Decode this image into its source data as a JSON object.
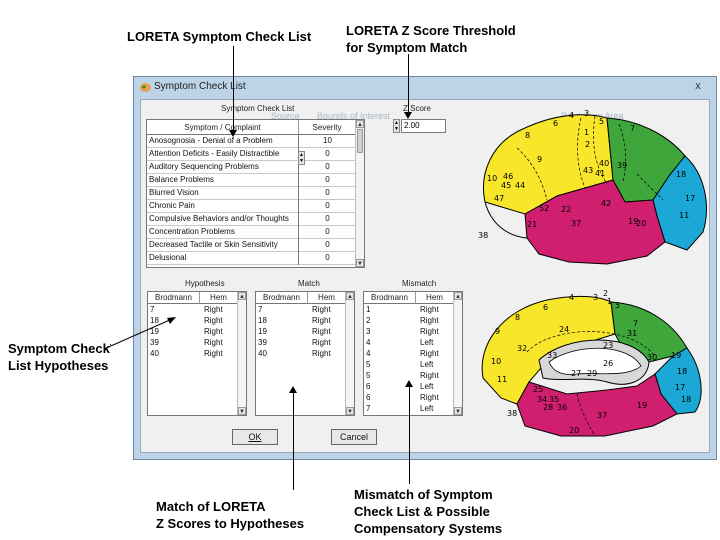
{
  "annotations": {
    "checklist": "LORETA Symptom Check List",
    "zscore": "LORETA Z Score Threshold\nfor Symptom Match",
    "hypotheses": "Symptom Check\nList Hypotheses",
    "match": "Match of LORETA\nZ Scores to Hypotheses",
    "mismatch": "Mismatch of Symptom\nCheck List & Possible\nCompensatory Systems"
  },
  "window": {
    "title": "Symptom Check List",
    "close": "x",
    "faint": [
      "Source",
      "Bounds of Interest",
      "Brodmann Area"
    ]
  },
  "checklist": {
    "label": "Symptom Check List",
    "col_symptom": "Symptom / Complaint",
    "col_severity": "Severity",
    "rows": [
      {
        "symptom": "Anosognosia - Denial of a Problem",
        "severity": "10"
      },
      {
        "symptom": "Attention Deficits - Easily Distractible",
        "severity": "0"
      },
      {
        "symptom": "Auditory Sequencing Problems",
        "severity": "0"
      },
      {
        "symptom": "Balance Problems",
        "severity": "0"
      },
      {
        "symptom": "Blurred Vision",
        "severity": "0"
      },
      {
        "symptom": "Chronic Pain",
        "severity": "0"
      },
      {
        "symptom": "Compulsive Behaviors and/or Thoughts",
        "severity": "0"
      },
      {
        "symptom": "Concentration Problems",
        "severity": "0"
      },
      {
        "symptom": "Decreased Tactile or Skin Sensitivity",
        "severity": "0"
      },
      {
        "symptom": "Delusional",
        "severity": "0"
      }
    ]
  },
  "zscore": {
    "label": "Z Score",
    "value": "2.00"
  },
  "hypothesis": {
    "label": "Hypothesis",
    "col1": "Brodmann",
    "col2": "Hem",
    "rows": [
      {
        "b": "7",
        "h": "Right"
      },
      {
        "b": "18",
        "h": "Right"
      },
      {
        "b": "19",
        "h": "Right"
      },
      {
        "b": "39",
        "h": "Right"
      },
      {
        "b": "40",
        "h": "Right"
      }
    ]
  },
  "match": {
    "label": "Match",
    "col1": "Brodmann",
    "col2": "Hem",
    "rows": [
      {
        "b": "7",
        "h": "Right"
      },
      {
        "b": "18",
        "h": "Right"
      },
      {
        "b": "19",
        "h": "Right"
      },
      {
        "b": "39",
        "h": "Right"
      },
      {
        "b": "40",
        "h": "Right"
      }
    ]
  },
  "mismatch": {
    "label": "Mismatch",
    "col1": "Brodmann",
    "col2": "Hem",
    "rows": [
      {
        "b": "1",
        "h": "Right"
      },
      {
        "b": "2",
        "h": "Right"
      },
      {
        "b": "3",
        "h": "Right"
      },
      {
        "b": "4",
        "h": "Left"
      },
      {
        "b": "4",
        "h": "Right"
      },
      {
        "b": "5",
        "h": "Left"
      },
      {
        "b": "5",
        "h": "Right"
      },
      {
        "b": "6",
        "h": "Left"
      },
      {
        "b": "6",
        "h": "Right"
      },
      {
        "b": "7",
        "h": "Left"
      }
    ]
  },
  "buttons": {
    "ok": "OK",
    "cancel": "Cancel"
  },
  "brain_lateral": [
    "4",
    "3",
    "5",
    "1",
    "2",
    "6",
    "7",
    "8",
    "9",
    "40",
    "43",
    "41",
    "39",
    "46",
    "10",
    "45",
    "44",
    "47",
    "42",
    "52",
    "22",
    "19",
    "18",
    "17",
    "11",
    "38",
    "21",
    "37",
    "20"
  ],
  "brain_medial": [
    "4",
    "3",
    "1",
    "2",
    "5",
    "6",
    "8",
    "7",
    "24",
    "31",
    "9",
    "32",
    "23",
    "30",
    "19",
    "33",
    "26",
    "27",
    "29",
    "10",
    "25",
    "18",
    "11",
    "17",
    "34",
    "35",
    "28",
    "36",
    "38",
    "37",
    "19",
    "18",
    "20"
  ],
  "colors": {
    "frontal": "#f7e62a",
    "parietal": "#3ea63a",
    "occipital": "#1ba8d6",
    "temporal": "#cf1f6e",
    "limbic": "#d8d8d8"
  }
}
